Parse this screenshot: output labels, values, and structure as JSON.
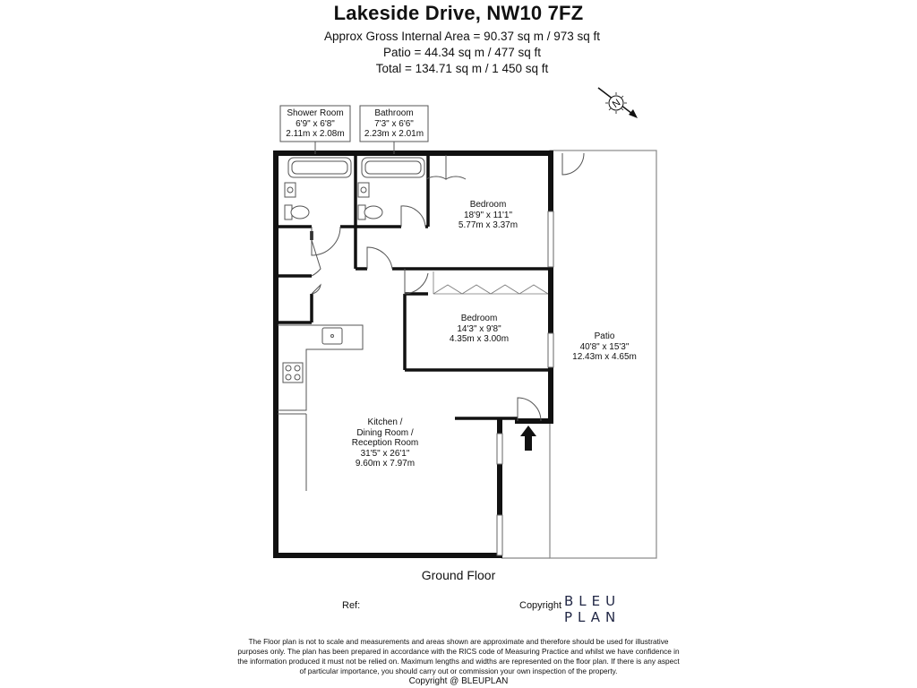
{
  "header": {
    "title": "Lakeside Drive, NW10 7FZ",
    "internal_area": "Approx Gross Internal Area = 90.37 sq m / 973 sq ft",
    "patio_area": "Patio = 44.34 sq m / 477 sq ft",
    "total_area": "Total = 134.71 sq m / 1 450 sq ft"
  },
  "rooms": {
    "shower": {
      "name": "Shower Room",
      "imperial": "6'9\" x 6'8\"",
      "metric": "2.11m x 2.08m"
    },
    "bathroom": {
      "name": "Bathroom",
      "imperial": "7'3\" x 6'6\"",
      "metric": "2.23m x 2.01m"
    },
    "bedroom1": {
      "name": "Bedroom",
      "imperial": "18'9\" x 11'1\"",
      "metric": "5.77m x 3.37m"
    },
    "bedroom2": {
      "name": "Bedroom",
      "imperial": "14'3\" x 9'8\"",
      "metric": "4.35m x 3.00m"
    },
    "patio": {
      "name": "Patio",
      "imperial": "40'8\" x 15'3\"",
      "metric": "12.43m x 4.65m"
    },
    "kitchen": {
      "line1": "Kitchen /",
      "line2": "Dining Room /",
      "line3": "Reception Room",
      "imperial": "31'5\" x 26'1\"",
      "metric": "9.60m x 7.97m"
    }
  },
  "compass": {
    "label": "N"
  },
  "floor_label": "Ground Floor",
  "ref_label": "Ref:",
  "copyright_label": "Copyright",
  "logo": {
    "line1": "BLEU",
    "line2": "PLAN"
  },
  "disclaimer": "The Floor plan is not to scale and measurements and areas shown are approximate and therefore should be used for illustrative purposes only. The plan has been prepared in accordance with the RICS code of Measuring Practice and whilst we have confidence in the information produced it must not be relied on. Maximum lengths and widths are represented on the floor plan. If there is any aspect of particular importance, you should carry out or commission your own inspection of the property.",
  "footer": "Copyright @ BLEUPLAN"
}
